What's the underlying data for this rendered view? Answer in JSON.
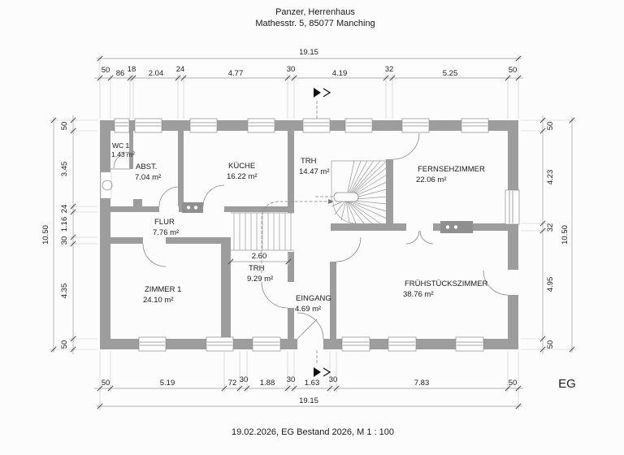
{
  "title": {
    "line1": "Panzer, Herrenhaus",
    "line2": "Mathesstr. 5, 85077 Manching"
  },
  "footer": {
    "caption": "19.02.2026, EG Bestand 2026,  M 1 : 100"
  },
  "plan": {
    "floor_label": "EG",
    "rooms": [
      {
        "id": "wc1",
        "name": "WC 1",
        "area": "1.43 m²"
      },
      {
        "id": "abstellraum",
        "name": "ABST.",
        "area": "7.04 m²"
      },
      {
        "id": "kueche",
        "name": "KÜCHE",
        "area": "16.22 m²"
      },
      {
        "id": "treppenhaus-oben",
        "name": "TRH",
        "area": "14.47 m²"
      },
      {
        "id": "fernsehzimmer",
        "name": "FERNSEHZIMMER",
        "area": "22.06 m²"
      },
      {
        "id": "flur",
        "name": "FLUR",
        "area": "7.76 m²"
      },
      {
        "id": "treppenhaus-unten",
        "name": "TRH",
        "area": "9.29 m²"
      },
      {
        "id": "zimmer1",
        "name": "ZIMMER 1",
        "area": "24.10 m²"
      },
      {
        "id": "eingang",
        "name": "EINGANG",
        "area": "4.69 m²"
      },
      {
        "id": "fruehstueckszimmer",
        "name": "FRÜHSTÜCKSZIMMER",
        "area": "38.76 m²"
      }
    ]
  },
  "dimensions": {
    "top_total": "19.15",
    "top_chain": [
      "50",
      "86",
      "18",
      "2.04",
      "24",
      "4.77",
      "30",
      "4.19",
      "32",
      "5.25",
      "50"
    ],
    "left_total": "10.50",
    "left_chain": [
      "50",
      "3.45",
      "24",
      "1.16",
      "30",
      "4.35",
      "50"
    ],
    "right_total": "10.50",
    "right_chain": [
      "50",
      "4.23",
      "32",
      "4.95",
      "50"
    ],
    "bottom_total": "19.15",
    "bottom_chain": [
      "50",
      "5.19",
      "72",
      "30",
      "1.88",
      "30",
      "1.63",
      "30",
      "7.83",
      "50"
    ],
    "stair_width": "2.60"
  },
  "colors": {
    "wall": "#9d9d9d",
    "background": "#fcfcfc",
    "line": "#8a8a8a",
    "dim_text": "#222222",
    "text": "#1b1b1b"
  }
}
